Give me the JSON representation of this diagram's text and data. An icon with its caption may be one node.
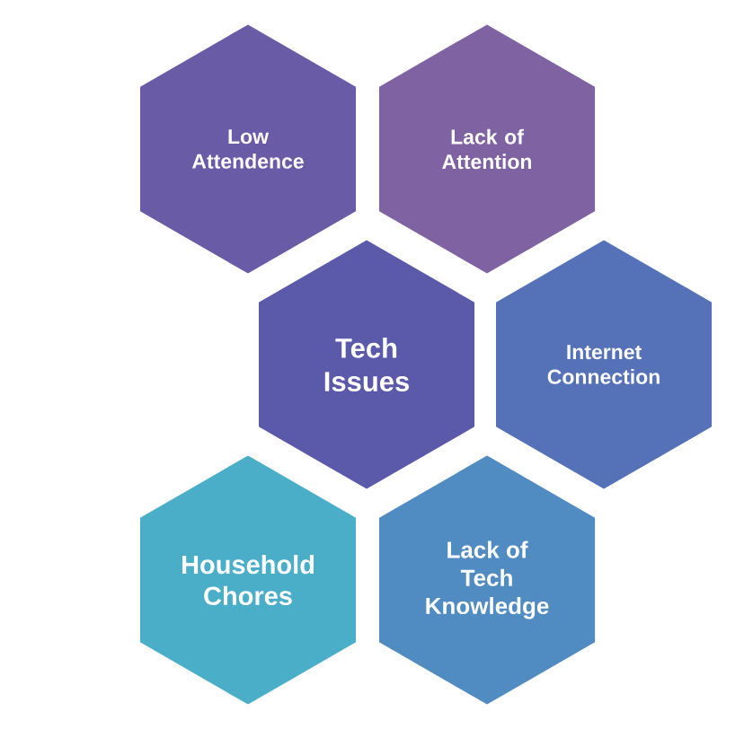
{
  "diagram": {
    "nodes": [
      {
        "text": [
          "Low Attendence"
        ]
      },
      {
        "text": [
          "Lack of Attention"
        ]
      },
      {
        "text": [
          "Tech Issues"
        ]
      },
      {
        "text": [
          "Internet Connection"
        ]
      },
      {
        "text": [
          "Household Chores"
        ]
      },
      {
        "text": [
          "Lack of Tech Knowledge"
        ]
      }
    ]
  }
}
